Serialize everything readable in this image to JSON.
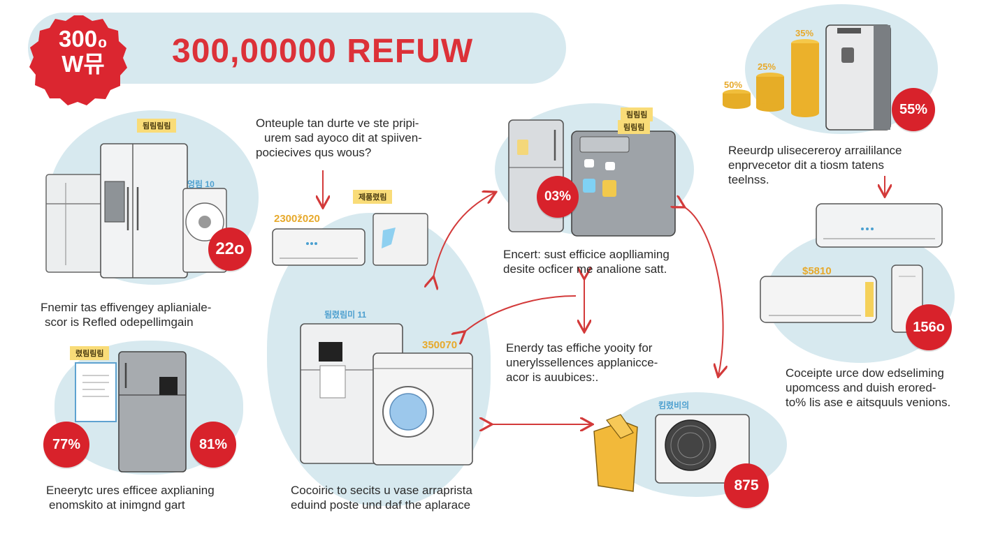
{
  "header": {
    "title": "300,00000 REFUW",
    "seal_line1": "300₀",
    "seal_line2": "W뮤"
  },
  "captions": {
    "top_middle": [
      "Onteuple tan durte ve ste pripi-",
      "urem sad ayoco dit at spiiven-",
      "pociecives qus wous?"
    ],
    "left_middle": [
      "Fnemir tas effivengey aplianiale-",
      "scor is Refled odepellimgain"
    ],
    "left_bottom": [
      "Eneerytc ures efficee axplianing",
      "enomskito at inimgnd gart"
    ],
    "center_top": [
      "Encert: sust efficice aoplliaming",
      "desite ocficer me analione satt."
    ],
    "center_middle": [
      "Enerdy tas effiche yooity for",
      "unerylssellences applanicce-",
      "acor is auubices:."
    ],
    "center_bottom": [
      "Cocoiric to secits u vase arraprista",
      "eduind poste und daf the aplarace"
    ],
    "right_top": [
      "Reeurdp ulisecereroy arraililance",
      "enprvecetor dit a tiosm tatens",
      "teelnss."
    ],
    "right_bottom": [
      "Coceipte urce dow edseliming",
      "upomcess and duish erored-",
      "to% lis ase e aitsquuls venions."
    ]
  },
  "badges": {
    "fridge_washer": "22o",
    "left_pct_a": "77%",
    "left_pct_b": "81%",
    "center_top": "03%",
    "right_top": "55%",
    "right_middle": "156o",
    "bottom_ac": "875"
  },
  "tags": {
    "fridge": "됨림림림",
    "small_unit": "제품렸림",
    "center_top_a": "림림림",
    "center_top_b": "림림림",
    "left_doc": "렸림림림",
    "center_blue": "됨렸림미 11",
    "outdoor_ac": "킴렸비의",
    "washer_blue": "엉림 10"
  },
  "numbers": {
    "ac_price": "2300ž020",
    "washer_price": "350070",
    "right_ac_price": "$5810",
    "bar_35": "35%",
    "bar_25": "25%",
    "bar_50": "50%"
  },
  "colors": {
    "accent_red": "#dc3138",
    "badge_red": "#d8222b",
    "blob_blue": "#d7e9ef",
    "tag_yellow": "#f9dc78",
    "number_gold": "#e7a92b"
  }
}
